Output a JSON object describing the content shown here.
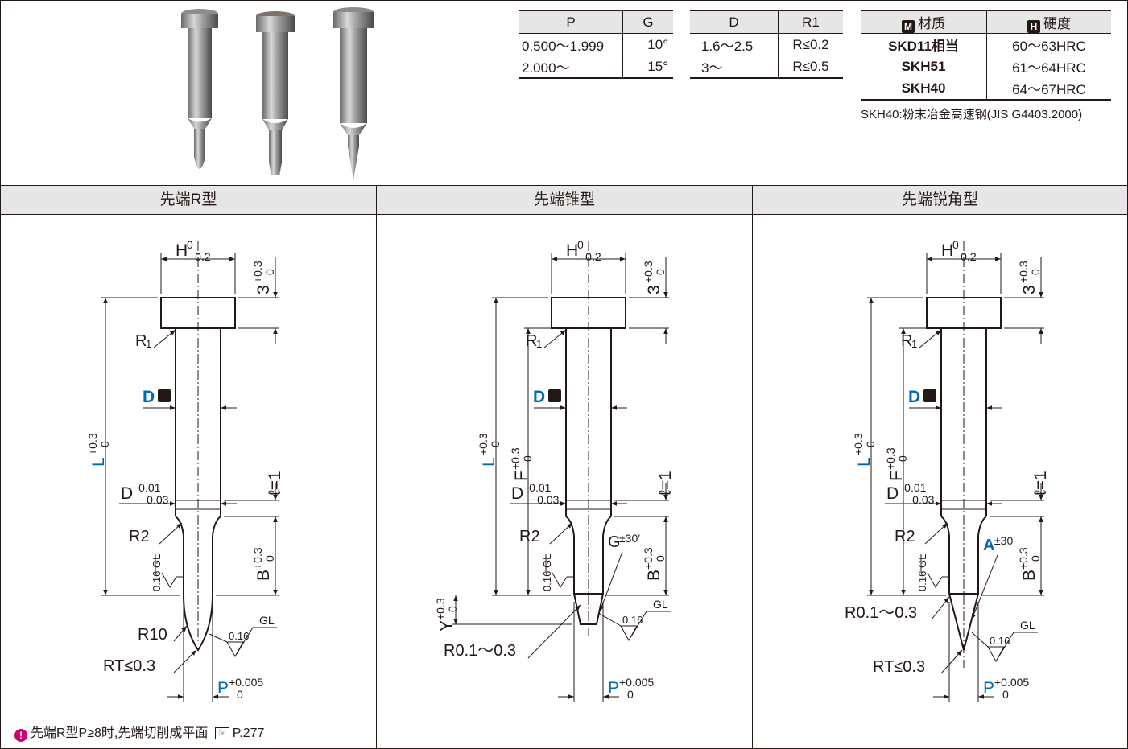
{
  "table_pg": {
    "headers": [
      "P",
      "G"
    ],
    "rows": [
      [
        "0.500～1.999",
        "10°"
      ],
      [
        "2.000～",
        "15°"
      ]
    ]
  },
  "table_dr": {
    "headers": [
      "D",
      "R1"
    ],
    "rows": [
      [
        "1.6～2.5",
        "R≤0.2"
      ],
      [
        "3～",
        "R≤0.5"
      ]
    ]
  },
  "table_mat": {
    "material_icon": "M",
    "hardness_icon": "H",
    "headers": [
      "材质",
      "硬度"
    ],
    "rows": [
      [
        "SKD11相当",
        "60～63HRC"
      ],
      [
        "SKH51",
        "61～64HRC"
      ],
      [
        "SKH40",
        "64～67HRC"
      ]
    ]
  },
  "mat_note": "SKH40:粉末冶金高速钢(JIS G4403.2000)",
  "sections": [
    "先端R型",
    "先端锥型",
    "先端锐角型"
  ],
  "dims": {
    "H": "H",
    "H_tol_up": "0",
    "H_tol_dn": "−0.2",
    "head3": "3",
    "head3_up": "+0.3",
    "head3_dn": "0",
    "R1": "R1",
    "D": "D",
    "T_icon": "T",
    "L": "L",
    "L_up": "+0.3",
    "L_dn": "0",
    "F": "F",
    "F_up": "+0.3",
    "F_dn": "0",
    "Dtol": "D",
    "Dtol_up": "−0.01",
    "Dtol_dn": "−0.03",
    "ell": "ℓ=1",
    "R2": "R2",
    "B": "B",
    "B_up": "+0.3",
    "B_dn": "0",
    "GL": "GL",
    "rough": "0.16",
    "R10": "R10",
    "RT": "RT≤0.3",
    "P": "P",
    "P_up": "+0.005",
    "P_dn": "0",
    "G": "G",
    "G_tol": "±30′",
    "A": "A",
    "A_tol": "±30′",
    "Y": "Y",
    "Y_up": "+0.3",
    "Y_dn": "0",
    "R01": "R0.1～0.3"
  },
  "footnote": {
    "text": "先端R型P≥8时,先端切削成平面",
    "ref": "P.277"
  },
  "colors": {
    "accent_blue": "#0069b4",
    "header_gray": "#e6e6e6",
    "note_magenta": "#d0006f"
  }
}
